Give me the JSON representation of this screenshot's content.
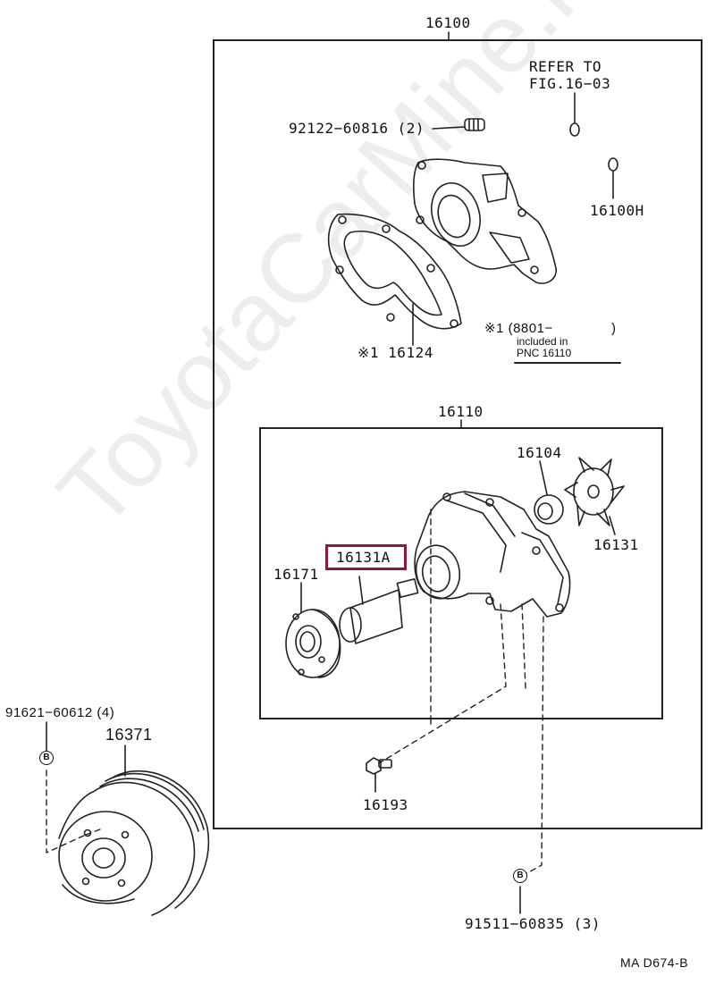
{
  "labels": {
    "assy_16100": "16100",
    "stud_92122": "92122−60816 (2)",
    "refer_line1": "REFER TO",
    "refer_line2": "FIG.16−03",
    "oring_16100h": "16100H",
    "note_marker": "※1 (8801−",
    "note_paren": ")",
    "note_line2": "included in",
    "note_line3": "PNC 16110",
    "gasket_16124": "※1  16124",
    "pump_16110": "16110",
    "seal_16104": "16104",
    "impeller_16131": "16131",
    "highlight_16131a": "16131A",
    "hub_16171": "16171",
    "bolt_91621": "91621−60612 (4)",
    "pulley_16371": "16371",
    "bolt_16193": "16193",
    "bolt_91511": "91511−60835 (3)",
    "figure_code": "MA  D674-B"
  },
  "badges": {
    "left": "B",
    "right": "B"
  },
  "watermark": "ToyotaCarMine.ru",
  "colors": {
    "highlight": "#8b1a3a",
    "line": "#222222"
  }
}
